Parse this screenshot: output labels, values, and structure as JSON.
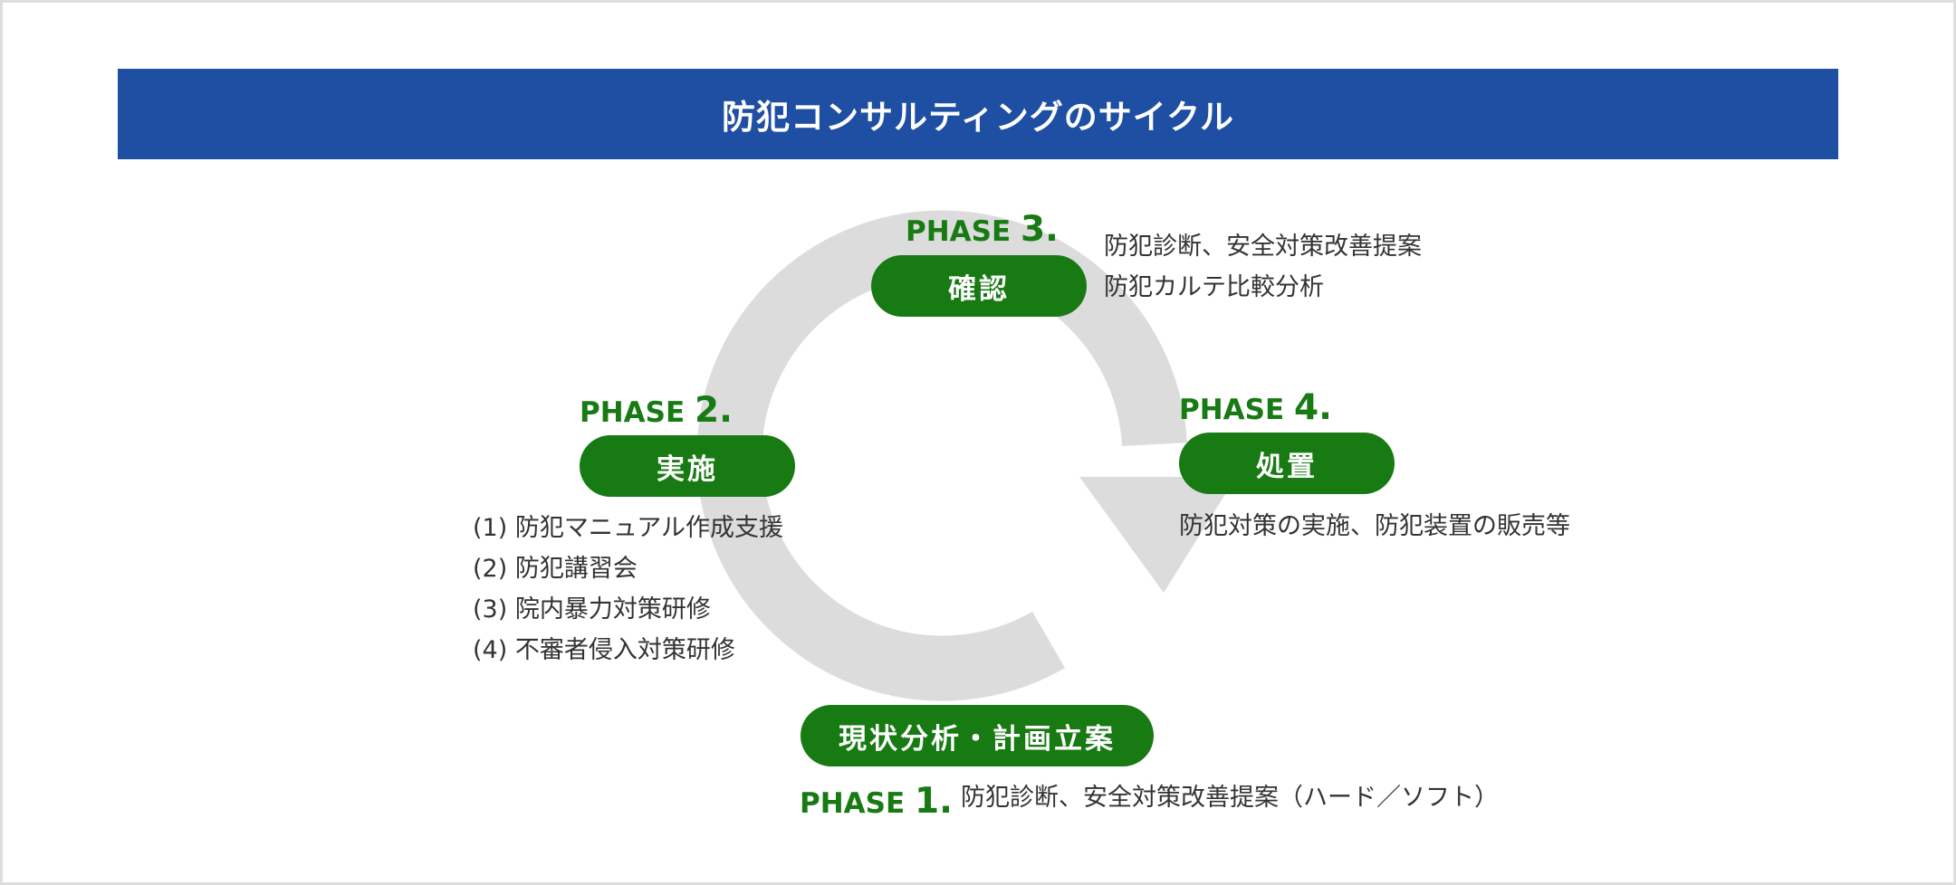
{
  "title": "防犯コンサルティングのサイクル",
  "phases": [
    {
      "label": "PHASE",
      "number": "1.",
      "name": "現状分析・計画立案",
      "details": [
        "防犯診断、安全対策改善提案（ハード／ソフト）"
      ]
    },
    {
      "label": "PHASE",
      "number": "2.",
      "name": "実施",
      "details": [
        "(1) 防犯マニュアル作成支援",
        "(2) 防犯講習会",
        "(3) 院内暴力対策研修",
        "(4) 不審者侵入対策研修"
      ]
    },
    {
      "label": "PHASE",
      "number": "3.",
      "name": "確認",
      "details": [
        "防犯診断、安全対策改善提案",
        "防犯カルテ比較分析"
      ]
    },
    {
      "label": "PHASE",
      "number": "4.",
      "name": "処置",
      "details": [
        "防犯対策の実施、防犯装置の販売等"
      ]
    }
  ],
  "colors": {
    "banner": "#1f4fa3",
    "phase_green": "#177a12",
    "cycle_arrow": "#dcdcdc",
    "text": "#333333"
  }
}
